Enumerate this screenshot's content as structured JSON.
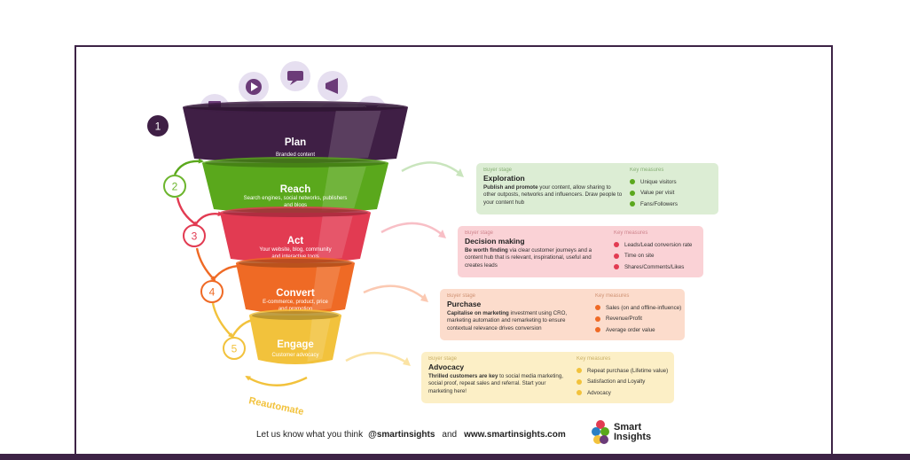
{
  "funnel": [
    {
      "number": "1",
      "title": "Plan",
      "subtitle": "Branded content",
      "color": "#3f1f45",
      "accent": "#3f1f45"
    },
    {
      "number": "2",
      "title": "Reach",
      "subtitle": "Search engines, social networks, publishers and blogs",
      "color": "#5aa81c",
      "accent": "#6cb52d"
    },
    {
      "number": "3",
      "title": "Act",
      "subtitle": "Your website, blog, community and interactive tools",
      "color": "#e23b52",
      "accent": "#e23b52"
    },
    {
      "number": "4",
      "title": "Convert",
      "subtitle": "E-commerce, product, price and promotion",
      "color": "#ef6a25",
      "accent": "#ef6a25"
    },
    {
      "number": "5",
      "title": "Engage",
      "subtitle": "Customer advocacy",
      "color": "#f2c23c",
      "accent": "#f2c23c"
    }
  ],
  "reautomate_label": "Reautomate",
  "cards": [
    {
      "buyer_label": "Buyer stage",
      "stage": "Exploration",
      "desc_bold": "Publish and promote",
      "desc_rest": " your content, allow sharing to other outposts, networks and influencers. Draw people to your content hub",
      "measures_label": "Key measures",
      "measures": [
        "Unique visitors",
        "Value per visit",
        "Fans/Followers"
      ],
      "bg": "#dcedd4",
      "dot": "#5aa81c",
      "label_color": "#6a9a55"
    },
    {
      "buyer_label": "Buyer stage",
      "stage": "Decision making",
      "desc_bold": "Be worth finding",
      "desc_rest": " via clear customer journeys and a content hub that is relevant, inspirational, useful and creates leads",
      "measures_label": "Key measures",
      "measures": [
        "Leads/Lead conversion rate",
        "Time on site",
        "Shares/Comments/Likes"
      ],
      "bg": "#fad2d6",
      "dot": "#e23b52",
      "label_color": "#c06a74"
    },
    {
      "buyer_label": "Buyer stage",
      "stage": "Purchase",
      "desc_bold": "Capitalise on marketing",
      "desc_rest": " investment using CRO, marketing automation and remarketing to ensure contextual relevance drives conversion",
      "measures_label": "Key measures",
      "measures": [
        "Sales (on and offline-influence)",
        "Revenue/Profit",
        "Average order value"
      ],
      "bg": "#fcdccc",
      "dot": "#ef6a25",
      "label_color": "#c07a56"
    },
    {
      "buyer_label": "Buyer stage",
      "stage": "Advocacy",
      "desc_bold": "Thrilled customers are key",
      "desc_rest": " to social media marketing, social proof, repeat sales and referral. Start your marketing here!",
      "measures_label": "Key measures",
      "measures": [
        "Repeat purchase (Lifetime value)",
        "Satisfaction and Loyalty",
        "Advocacy"
      ],
      "bg": "#fcefc6",
      "dot": "#f2c23c",
      "label_color": "#b89a48"
    }
  ],
  "footer": {
    "prefix": "Let us know what you think",
    "handle": "@smartinsights",
    "joiner": "and",
    "site": "www.smartinsights.com"
  },
  "logo": {
    "line1": "Smart",
    "line2": "Insights"
  }
}
